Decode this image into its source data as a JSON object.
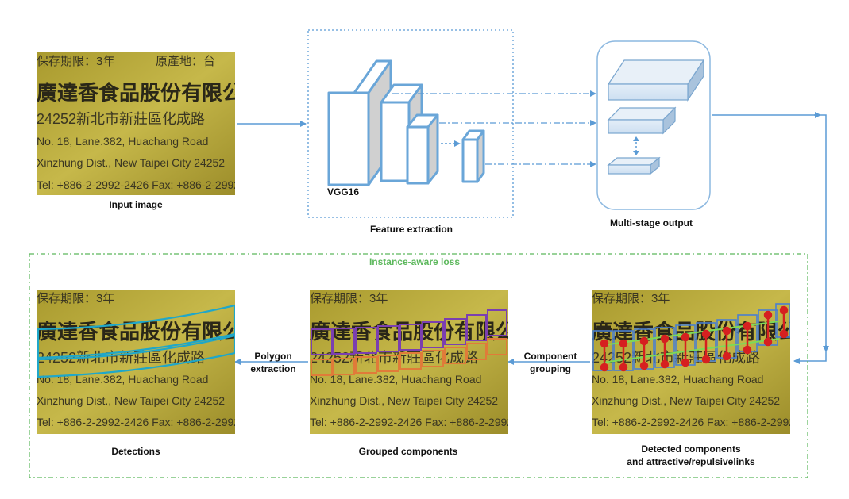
{
  "colors": {
    "flow_blue": "#5b9bd5",
    "box_blue": "#6aa6d8",
    "label_green": "#5cb85c",
    "label_dark": "#111111",
    "photo_yellow": "#b8a93a",
    "group_purple": "#7b3fb0",
    "group_orange": "#e07b39",
    "detection_cyan": "#1fa7c9",
    "link_red": "#d62020",
    "link_green": "#7ed957"
  },
  "labels": {
    "input_image": "Input image",
    "feature_extraction": "Feature extraction",
    "vgg16": "VGG16",
    "multi_stage_output": "Multi-stage output",
    "instance_aware_loss": "Instance-aware loss",
    "component_grouping_1": "Component",
    "component_grouping_2": "grouping",
    "polygon_extraction_1": "Polygon",
    "polygon_extraction_2": "extraction",
    "detections": "Detections",
    "grouped_components": "Grouped components",
    "detected_components_1": "Detected components",
    "detected_components_2": "and attractive/repulsivelinks"
  },
  "photo_text": {
    "line1": "保存期限：3年",
    "line1b": "原產地：台",
    "line2": "廣達香食品股份有限公",
    "line3": "24252新北市新莊區化成路",
    "line4": "No. 18, Lane.382, Huachang Road",
    "line5": "Xinzhung Dist., New Taipei City 24252",
    "line6": "Tel: +886-2-2992-2426  Fax: +886-2-2992"
  },
  "icons": {
    "photo": "photo-thumbnail",
    "arrow": "arrow-right"
  }
}
